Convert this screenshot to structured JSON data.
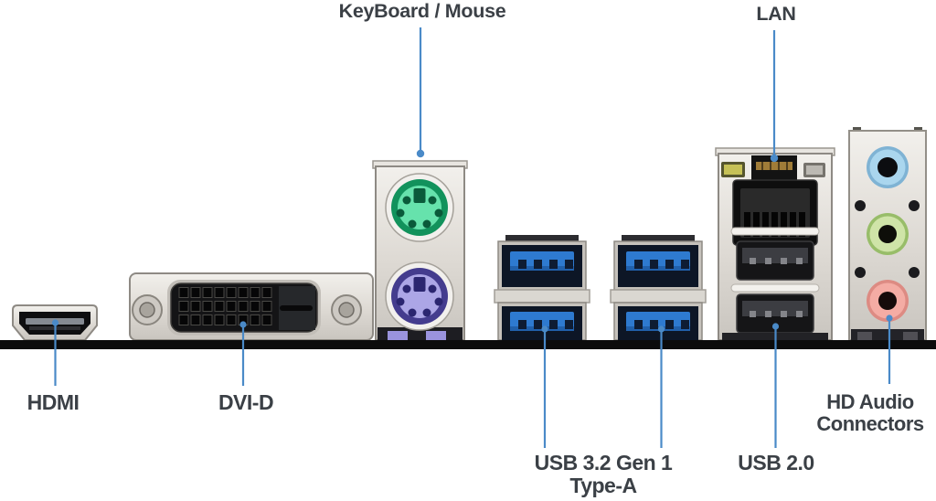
{
  "diagram": {
    "labels": {
      "keyboard_mouse": "KeyBoard / Mouse",
      "lan": "LAN",
      "hdmi": "HDMI",
      "dvi": "DVI-D",
      "usb32_line1": "USB 3.2 Gen 1",
      "usb32_line2": "Type-A",
      "usb2": "USB 2.0",
      "hd_audio_line1": "HD Audio",
      "hd_audio_line2": "Connectors"
    },
    "colors": {
      "leader_line": "#4a8ac8",
      "label_text": "#3b4046",
      "board_edge": "#0c0c0c",
      "ps2_mouse_ring": "#12925c",
      "ps2_mouse_face": "#66e2ac",
      "ps2_mouse_holes": "#0a5a3a",
      "ps2_keyboard_ring": "#443c8e",
      "ps2_keyboard_face": "#aca6e6",
      "ps2_keyboard_holes": "#2b2670",
      "ps2_keyboard_feet": "#9a93de",
      "usb3_tongue": "#2e7ad0",
      "audio_line_in": "#aad6ee",
      "audio_line_out": "#cfe4a8",
      "audio_mic": "#f4aca4"
    }
  }
}
